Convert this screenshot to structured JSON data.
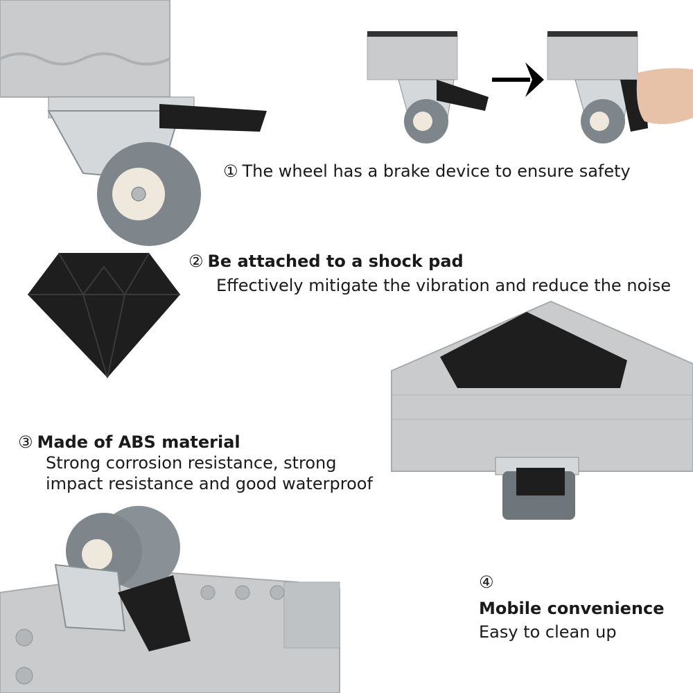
{
  "features": [
    {
      "number": "①",
      "title": "The wheel has a brake device to ensure safety",
      "description": ""
    },
    {
      "number": "②",
      "title": "Be attached to a shock pad",
      "description": "Effectively mitigate the vibration and reduce the noise"
    },
    {
      "number": "③",
      "title": "Made of ABS material",
      "description_line1": "Strong corrosion resistance, strong",
      "description_line2": "impact resistance and good waterproof"
    },
    {
      "number": "④",
      "title": "Mobile convenience",
      "description": "Easy to clean up"
    }
  ],
  "colors": {
    "plastic_gray": "#c9cbcc",
    "wheel_gray": "#7e868c",
    "rubber_black": "#1e1e1e",
    "metal": "#d5d8da"
  },
  "icons": [
    "caster-wheel-icon",
    "arrow-right-icon",
    "shock-pad-icon",
    "hand-icon"
  ]
}
